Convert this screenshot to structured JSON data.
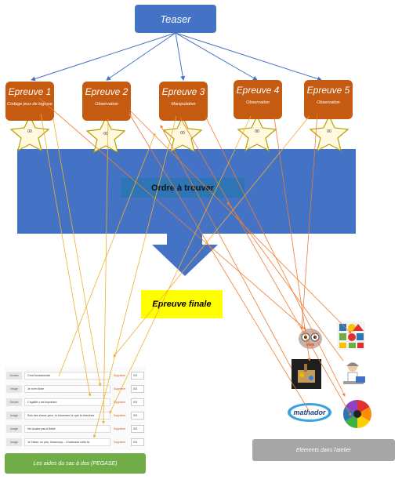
{
  "teaser": {
    "label": "Teaser"
  },
  "epreuves": [
    {
      "title": "Epreuve 1",
      "subtitle": "Codage jeux de logique",
      "star_label": "00"
    },
    {
      "title": "Epreuve 2",
      "subtitle": "Observation",
      "star_label": "00"
    },
    {
      "title": "Epreuve 3",
      "subtitle": "Manipulation",
      "star_label": "00"
    },
    {
      "title": "Epreuve 4",
      "subtitle": "Observation",
      "star_label": "00"
    },
    {
      "title": "Epreuve 5",
      "subtitle": "Observation",
      "star_label": "00"
    }
  ],
  "ordre": {
    "label": "Ordre à trouver"
  },
  "finale": {
    "label": "Epreuve finale"
  },
  "sac": {
    "rows": [
      {
        "type": "Gestes",
        "text": "C'est fondamental",
        "status": "Supprimer",
        "value": "0/3"
      },
      {
        "type": "Image",
        "text": "Je m'en fiche",
        "status": "Supprimer",
        "value": "0/3"
      },
      {
        "type": "Gestes",
        "text": "L'égalité c'est important",
        "status": "Supprimer",
        "value": "0/3"
      },
      {
        "type": "Image",
        "text": "Suis des beaux yeux, tu traverses ce que tu cherches",
        "status": "Supprimer",
        "value": "0/3"
      },
      {
        "type": "Image",
        "text": "Ne touche pas à Bébé",
        "status": "Supprimer",
        "value": "0/3"
      },
      {
        "type": "Image",
        "text": "Je t'aime, un peu, beaucoup... Choisissez celle-là.",
        "status": "Supprimer",
        "value": "0/3"
      }
    ],
    "footer": "Les aides du sac à dos (PEGASE)"
  },
  "atelier": {
    "footer": "Eléments dans l'atelier",
    "thumbnails": [
      "robot-toy",
      "color-shape-blocks",
      "wooden-marble-game",
      "programmer-figure",
      "mathador-logo",
      "color-wheel"
    ],
    "mathador_text": "mathador"
  },
  "colors": {
    "blue": "#4472c4",
    "orange": "#c55a11",
    "yellow": "#ffff00",
    "green": "#70ad47",
    "gray": "#a6a6a6",
    "connector_orange": "#f4a460",
    "connector_yellow": "#f0c040"
  }
}
